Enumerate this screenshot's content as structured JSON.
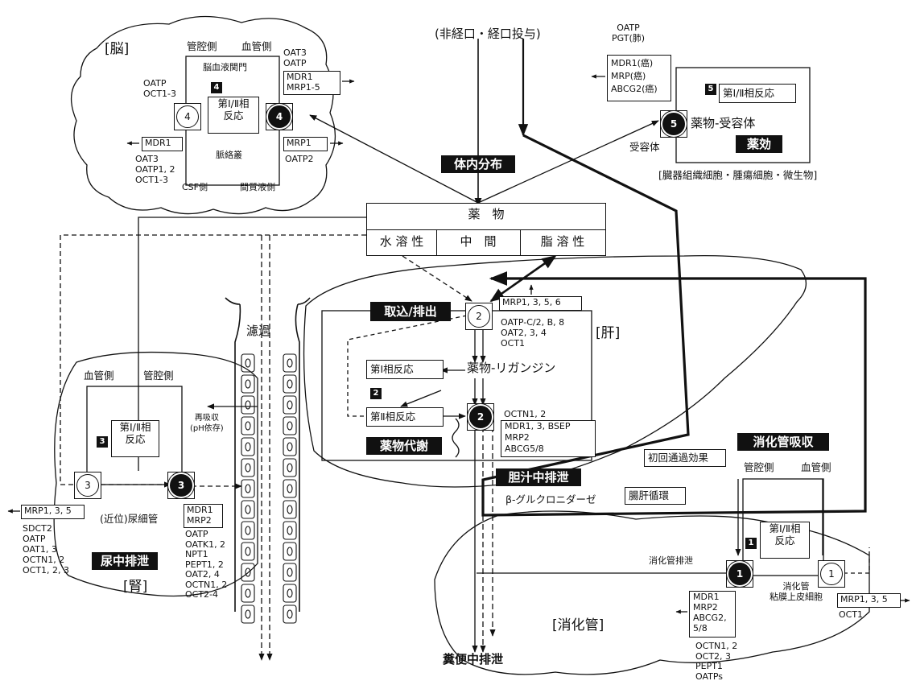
{
  "brain": {
    "title": "[脳]",
    "lumen_side": "管腔側",
    "blood_side": "血管側",
    "bbb": "脳血液関門",
    "phase_reaction": "第Ⅰ/Ⅱ相\n反応",
    "plexus": "脈絡叢",
    "csf_side": "CSF側",
    "interstitial_side": "間質液側",
    "left_upper": "OATP\nOCT1-3",
    "right_upper": "OAT3\nOATP",
    "efflux_upper": "MDR1\nMRP1-5",
    "efflux_left": "MDR1",
    "left_lower": "OAT3\nOATP1, 2\nOCT1-3",
    "efflux_right": "MRP1",
    "right_lower": "OATP2",
    "marker": "4",
    "circle_open": "4",
    "circle_filled": "4"
  },
  "dosing": "(非経口・経口投与)",
  "distribution": "体内分布",
  "target": {
    "top_labels": "OATP\nPGT(肺)",
    "efflux": "MDR1(癌)\nMRP(癌)\nABCG2(癌)",
    "marker": "5",
    "phase_reaction": "第Ⅰ/Ⅱ相反応",
    "drug_receptor": "薬物-受容体",
    "receptor": "受容体",
    "effect": "薬効",
    "circle": "5",
    "caption": "[臓器組織細胞・腫瘍細胞・微生物]"
  },
  "drug": {
    "title": "薬　物",
    "water": "水 溶 性",
    "middle": "中　間",
    "lipid": "脂 溶 性"
  },
  "liver": {
    "uptake": "取込/排出",
    "circle2": "2",
    "efflux": "MRP1, 3, 5, 6",
    "uptake_transporters": "OATP-C/2, B, 8\nOAT2, 3, 4\nOCT1",
    "title": "[肝]",
    "phase1": "第Ⅰ相反応",
    "ligand": "薬物-リガンジン",
    "marker": "2",
    "phase2": "第Ⅱ相反応",
    "octn": "OCTN1, 2",
    "canalicular": "MDR1, 3, BSEP\nMRP2\nABCG5/8",
    "metabolism": "薬物代謝",
    "bile": "胆汁中排泄",
    "glucuronidase": "β-グルクロニダーゼ",
    "enterohepatic": "腸肝循環",
    "first_pass": "初回通過効果"
  },
  "kidney": {
    "filtration": "濾過",
    "blood_side": "血管側",
    "lumen_side": "管腔側",
    "reabsorption": "再吸収\n(pH依存)",
    "marker": "3",
    "phase_reaction": "第Ⅰ/Ⅱ相\n反応",
    "circle_open": "3",
    "circle_filled": "3",
    "efflux_left": "MRP1, 3, 5",
    "left_list": "SDCT2\nOATP\nOAT1, 3\nOCTN1, 2\nOCT1, 2, 3",
    "tubule": "(近位)尿細管",
    "urine": "尿中排泄",
    "title": "[腎]",
    "apical_efflux": "MDR1\nMRP2",
    "right_list": "OATP\nOATK1, 2\nNPT1\nPEPT1, 2\nOAT2, 4\nOCTN1, 2\nOCT2-4"
  },
  "gut": {
    "absorption": "消化管吸収",
    "lumen_side": "管腔側",
    "blood_side": "血管側",
    "marker": "1",
    "phase_reaction": "第Ⅰ/Ⅱ相\n反応",
    "gi_excretion": "消化管排泄",
    "circle_filled": "1",
    "circle_open": "1",
    "epithelium": "消化管\n粘膜上皮細胞",
    "efflux_left": "MDR1\nMRP2\nABCG2,\n5/8",
    "efflux_right": "MRP1, 3, 5",
    "octn_list": "OCTN1, 2\nOCT2, 3\nPEPT1\nOATPs",
    "oct1": "OCT1",
    "title": "[消化管]",
    "feces": "糞便中排泄"
  }
}
